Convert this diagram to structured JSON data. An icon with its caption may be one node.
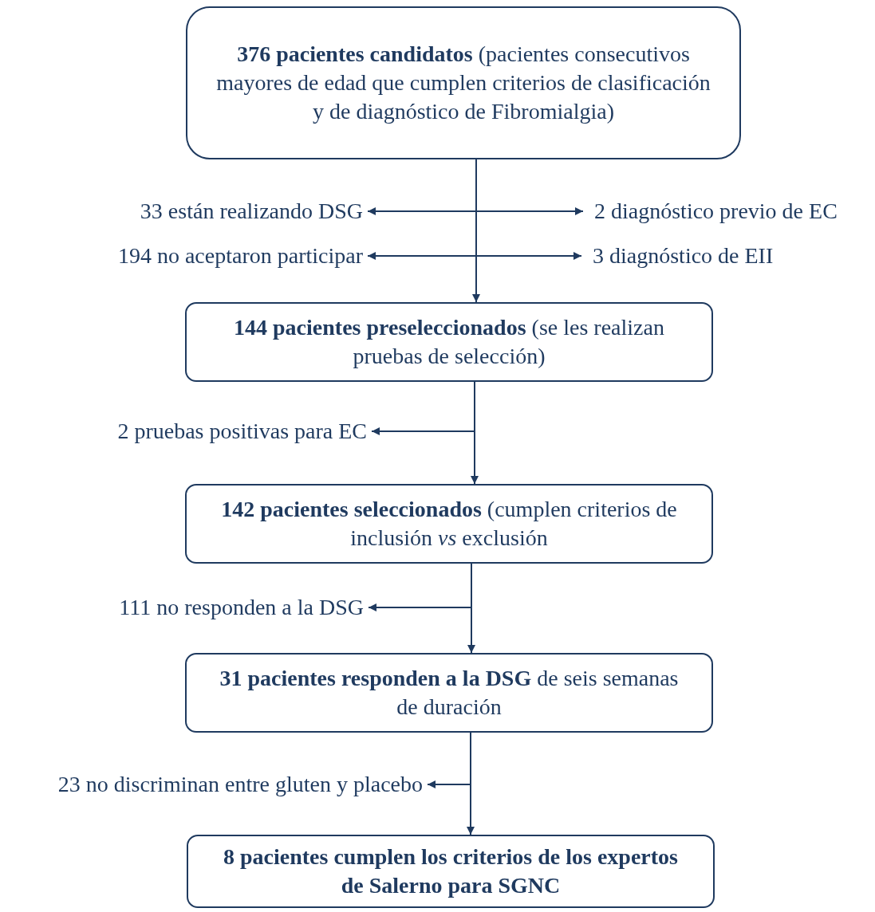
{
  "diagram": {
    "nodes": [
      {
        "text": [
          "**376 pacientes candidatos** (pacientes consecutivos mayores de edad que cumplen criterios de clasificación y de diagnóstico de Fibromialgia)"
        ]
      },
      {
        "text": [
          "33 están realizando DSG"
        ]
      },
      {
        "text": [
          "2 diagnóstico previo de EC"
        ]
      },
      {
        "text": [
          "194 no aceptaron participar"
        ]
      },
      {
        "text": [
          "3 diagnóstico de EII"
        ]
      },
      {
        "text": [
          "**144 pacientes preseleccionados** (se les realizan pruebas de selección)"
        ]
      },
      {
        "text": [
          "2 pruebas positivas para EC"
        ]
      },
      {
        "text": [
          "**142 pacientes seleccionados** (cumplen criterios de inclusión *vs* exclusión"
        ]
      },
      {
        "text": [
          "111 no responden a la DSG"
        ]
      },
      {
        "text": [
          "**31 pacientes responden a la DSG** de seis semanas de duración"
        ]
      },
      {
        "text": [
          "23 no discriminan entre gluten y placebo"
        ]
      },
      {
        "text": [
          "8 pacientes cumplen los criterios de los expertos de Salerno para SGNC"
        ]
      }
    ],
    "edges": [
      {
        "from": 0,
        "to": 5,
        "arrow": "to"
      },
      {
        "from": 0,
        "to": 1,
        "arrow": "to"
      },
      {
        "from": 0,
        "to": 2,
        "arrow": "to"
      },
      {
        "from": 0,
        "to": 3,
        "arrow": "to"
      },
      {
        "from": 0,
        "to": 4,
        "arrow": "to"
      },
      {
        "from": 5,
        "to": 7,
        "arrow": "to"
      },
      {
        "from": 5,
        "to": 6,
        "arrow": "to"
      },
      {
        "from": 7,
        "to": 9,
        "arrow": "to"
      },
      {
        "from": 7,
        "to": 8,
        "arrow": "to"
      },
      {
        "from": 9,
        "to": 11,
        "arrow": "to"
      },
      {
        "from": 9,
        "to": 10,
        "arrow": "to"
      }
    ]
  }
}
